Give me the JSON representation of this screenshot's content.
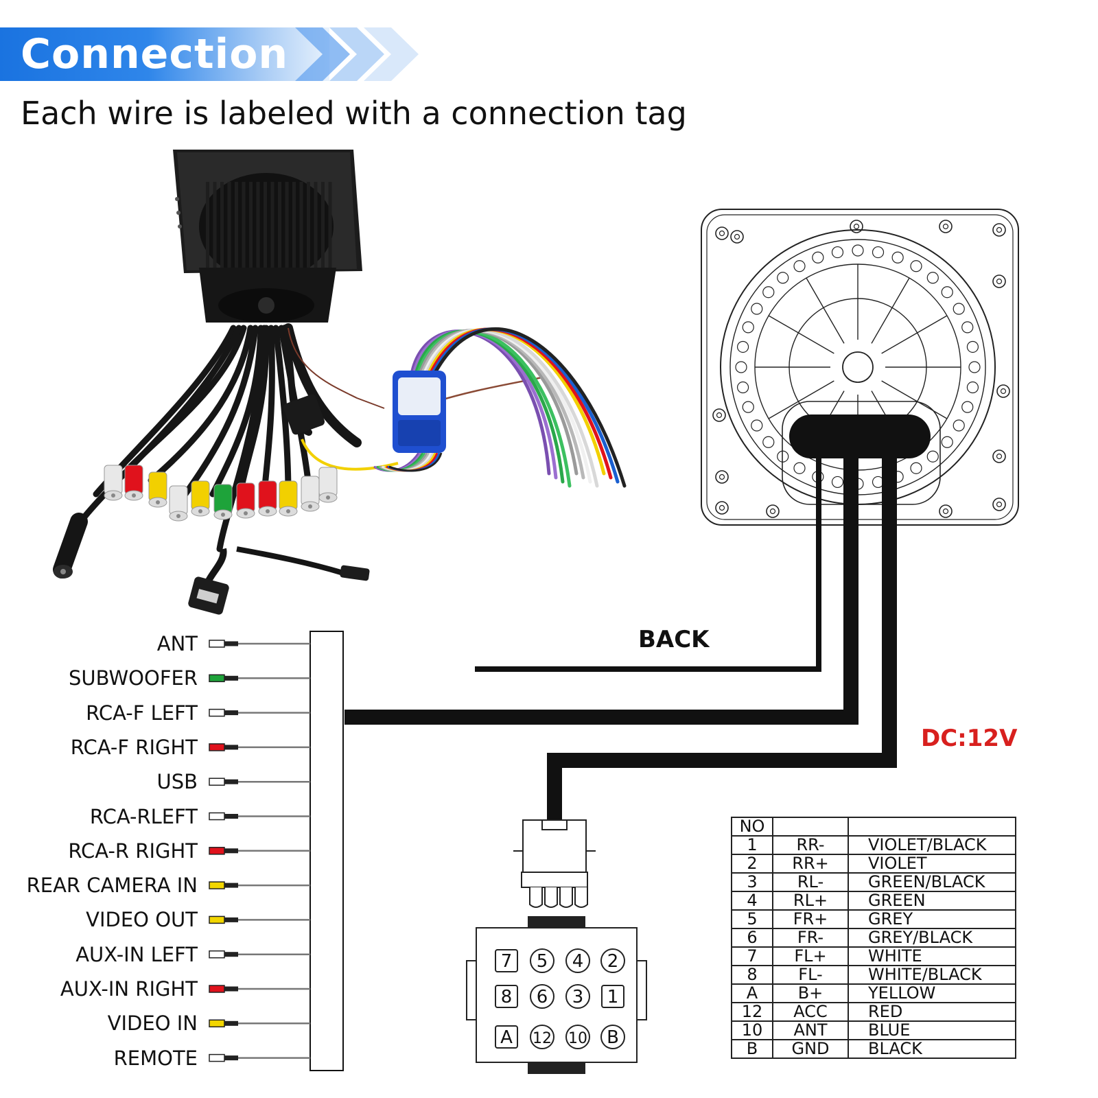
{
  "header": {
    "title": "Connection",
    "subtitle": "Each wire is labeled with a connection tag",
    "banner_color": "#1a73e0"
  },
  "ports": [
    {
      "label": "ANT",
      "plug_color": "#ffffff"
    },
    {
      "label": "SUBWOOFER",
      "plug_color": "#1ea33a"
    },
    {
      "label": "RCA-F LEFT",
      "plug_color": "#ffffff"
    },
    {
      "label": "RCA-F RIGHT",
      "plug_color": "#e0121c"
    },
    {
      "label": "USB",
      "plug_color": "#ffffff"
    },
    {
      "label": "RCA-RLEFT",
      "plug_color": "#ffffff"
    },
    {
      "label": "RCA-R RIGHT",
      "plug_color": "#e0121c"
    },
    {
      "label": "REAR CAMERA IN",
      "plug_color": "#f2d600"
    },
    {
      "label": "VIDEO OUT",
      "plug_color": "#f2d600"
    },
    {
      "label": "AUX-IN LEFT",
      "plug_color": "#ffffff"
    },
    {
      "label": "AUX-IN RIGHT",
      "plug_color": "#e0121c"
    },
    {
      "label": "VIDEO IN",
      "plug_color": "#f2d600"
    },
    {
      "label": "REMOTE",
      "plug_color": "#ffffff"
    }
  ],
  "labels": {
    "back": "BACK",
    "dc": "DC:12V",
    "dc_color": "#d8201e"
  },
  "connector": {
    "pins": [
      [
        "7",
        "5",
        "4",
        "2"
      ],
      [
        "8",
        "6",
        "3",
        "1"
      ],
      [
        "A",
        "12",
        "10",
        "B"
      ]
    ],
    "square_pins": [
      "7",
      "8",
      "A",
      "1"
    ]
  },
  "pin_table": {
    "header": {
      "no": "NO",
      "signal": "",
      "color": ""
    },
    "rows": [
      {
        "no": "1",
        "signal": "RR-",
        "color": "VIOLET/BLACK"
      },
      {
        "no": "2",
        "signal": "RR+",
        "color": "VIOLET"
      },
      {
        "no": "3",
        "signal": "RL-",
        "color": "GREEN/BLACK"
      },
      {
        "no": "4",
        "signal": "RL+",
        "color": "GREEN"
      },
      {
        "no": "5",
        "signal": "FR+",
        "color": "GREY"
      },
      {
        "no": "6",
        "signal": "FR-",
        "color": "GREY/BLACK"
      },
      {
        "no": "7",
        "signal": "FL+",
        "color": "WHITE"
      },
      {
        "no": "8",
        "signal": "FL-",
        "color": "WHITE/BLACK"
      },
      {
        "no": "A",
        "signal": "B+",
        "color": "YELLOW"
      },
      {
        "no": "12",
        "signal": "ACC",
        "color": "RED"
      },
      {
        "no": "10",
        "signal": "ANT",
        "color": "BLUE"
      },
      {
        "no": "B",
        "signal": "GND",
        "color": "BLACK"
      }
    ]
  },
  "harness_wire_colors": [
    "#7a4fb0",
    "#9b6fd0",
    "#2aa84a",
    "#3cc060",
    "#9a9a9a",
    "#b8b8b8",
    "#f0f0f0",
    "#d8d8d8",
    "#f2d000",
    "#e0121c",
    "#1a5fd0",
    "#222222"
  ]
}
